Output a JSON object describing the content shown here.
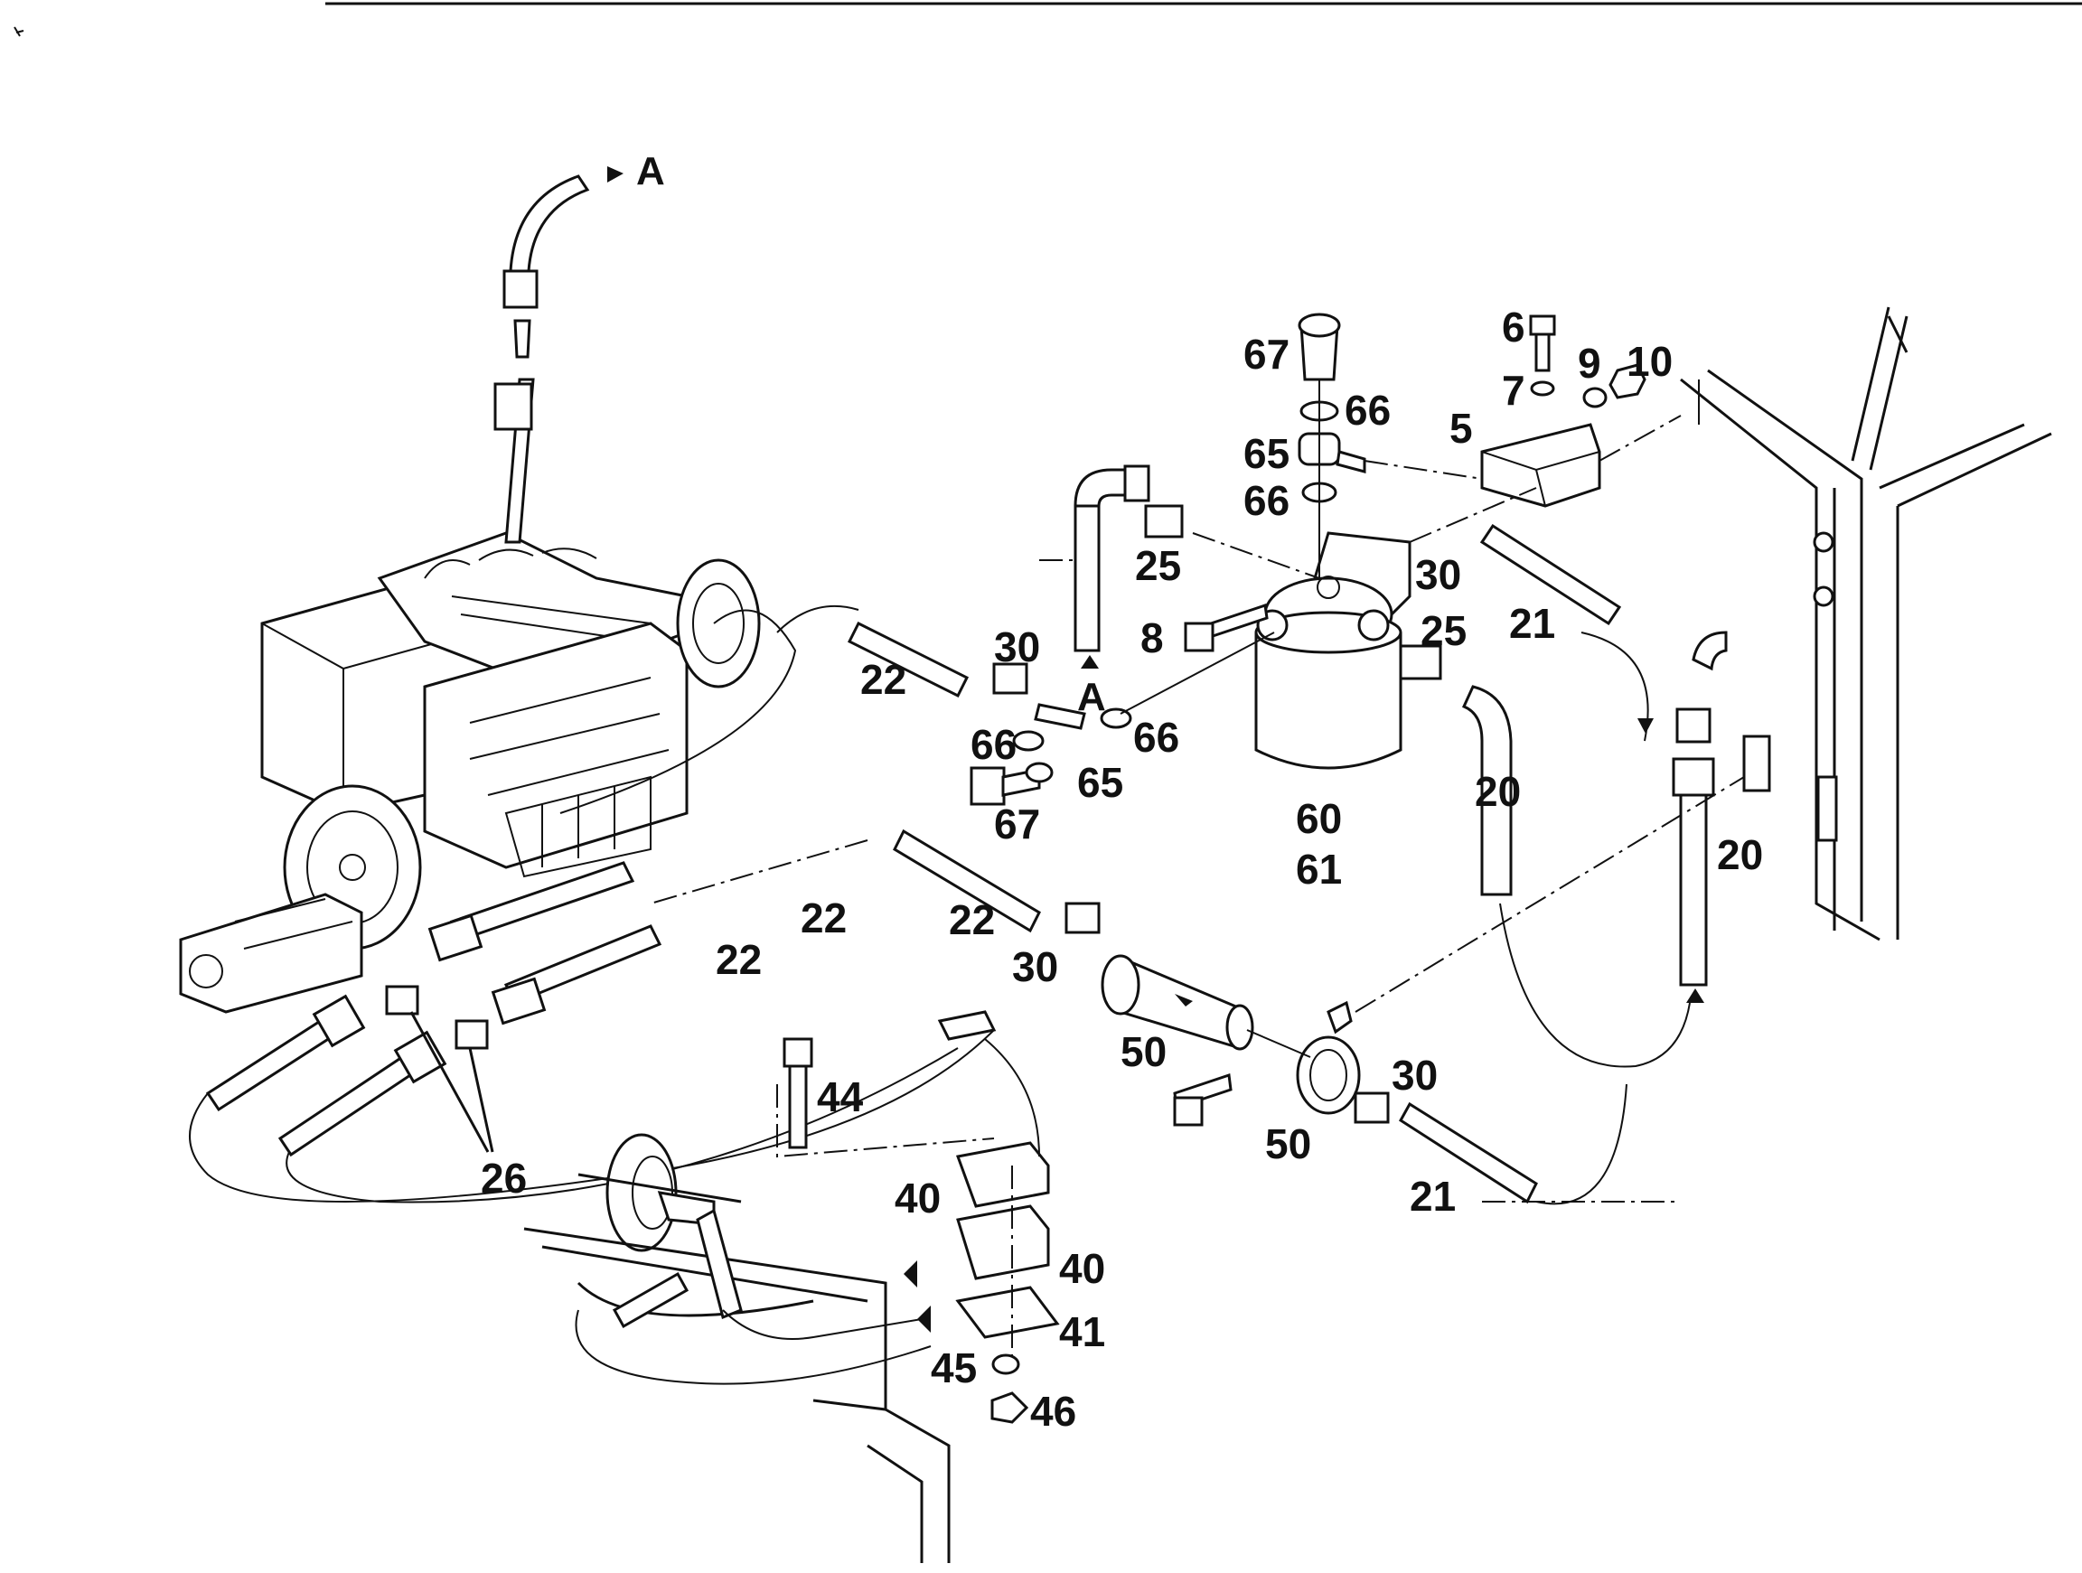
{
  "diagram": {
    "callouts": {
      "c_a_top": "A",
      "c_a_mid": "A",
      "c67a": "67",
      "c66a": "66",
      "c65a": "65",
      "c66b": "66",
      "c6": "6",
      "c7": "7",
      "c9": "9",
      "c10": "10",
      "c5": "5",
      "c25a": "25",
      "c30a": "30",
      "c21a": "21",
      "c8": "8",
      "c25b": "25",
      "c22a": "22",
      "c30b": "30",
      "c66c": "66",
      "c66d": "66",
      "c65b": "65",
      "c67b": "67",
      "c60": "60",
      "c61": "61",
      "c20a": "20",
      "c20b": "20",
      "c22b": "22",
      "c22c": "22",
      "c22d": "22",
      "c30c": "30",
      "c50a": "50",
      "c50b": "50",
      "c30d": "30",
      "c21b": "21",
      "c44": "44",
      "c26": "26",
      "c40a": "40",
      "c40b": "40",
      "c41": "41",
      "c45": "45",
      "c46": "46"
    }
  }
}
